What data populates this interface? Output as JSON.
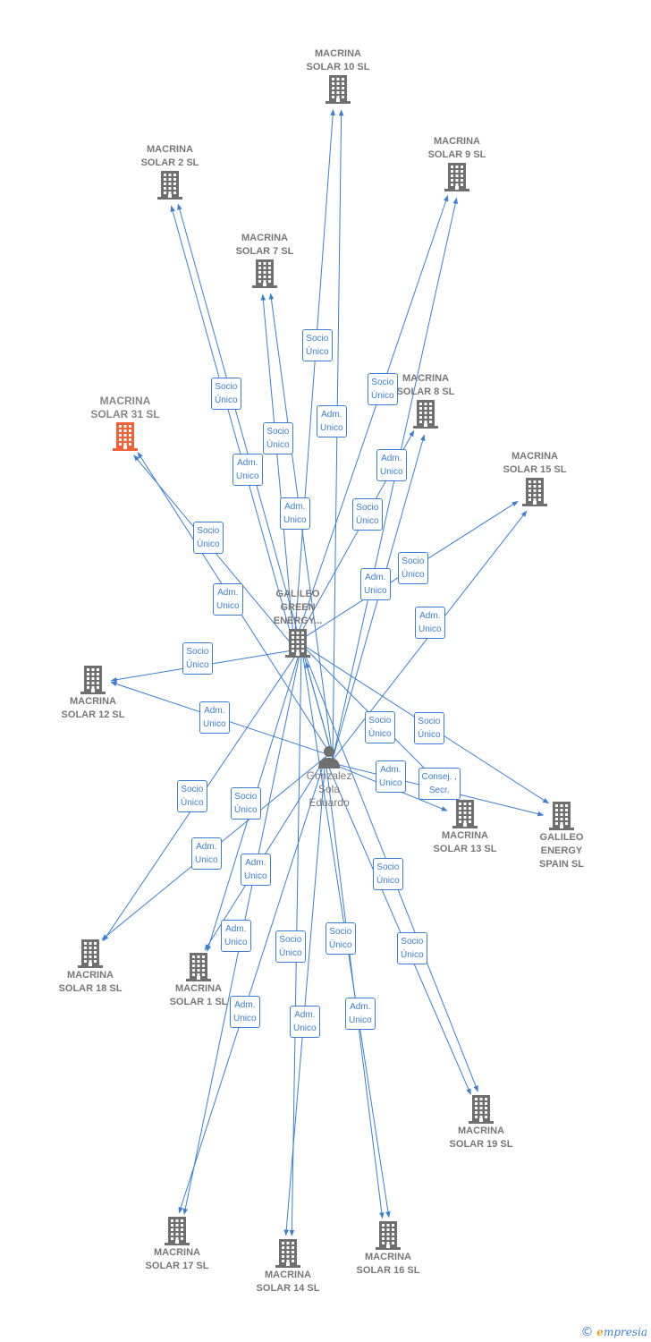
{
  "colors": {
    "edge": "#3a7fd5",
    "node": "#6f6f6f",
    "highlight": "#f0623a"
  },
  "companies": [
    {
      "id": "solar10",
      "lines": [
        "MACRINA",
        "SOLAR 10  SL"
      ],
      "label_pos": "top"
    },
    {
      "id": "solar2",
      "lines": [
        "MACRINA",
        "SOLAR 2  SL"
      ],
      "label_pos": "top"
    },
    {
      "id": "solar9",
      "lines": [
        "MACRINA",
        "SOLAR 9  SL"
      ],
      "label_pos": "top"
    },
    {
      "id": "solar7",
      "lines": [
        "MACRINA",
        "SOLAR 7  SL"
      ],
      "label_pos": "top"
    },
    {
      "id": "solar8",
      "lines": [
        "MACRINA",
        "SOLAR 8  SL"
      ],
      "label_pos": "top"
    },
    {
      "id": "solar31",
      "lines": [
        "MACRINA",
        "SOLAR 31  SL"
      ],
      "label_pos": "top",
      "highlight": true
    },
    {
      "id": "solar15",
      "lines": [
        "MACRINA",
        "SOLAR 15  SL"
      ],
      "label_pos": "top"
    },
    {
      "id": "galileo_green",
      "lines": [
        "GALILEO",
        "GREEN",
        "ENERGY..."
      ],
      "label_pos": "top"
    },
    {
      "id": "solar12",
      "lines": [
        "MACRINA",
        "SOLAR 12  SL"
      ],
      "label_pos": "bottom"
    },
    {
      "id": "solar13",
      "lines": [
        "MACRINA",
        "SOLAR 13  SL"
      ],
      "label_pos": "bottom"
    },
    {
      "id": "galileo_spain",
      "lines": [
        "GALILEO",
        "ENERGY",
        "SPAIN  SL"
      ],
      "label_pos": "bottom"
    },
    {
      "id": "solar18",
      "lines": [
        "MACRINA",
        "SOLAR 18  SL"
      ],
      "label_pos": "bottom"
    },
    {
      "id": "solar1",
      "lines": [
        "MACRINA",
        "SOLAR 1  SL"
      ],
      "label_pos": "bottom"
    },
    {
      "id": "solar19",
      "lines": [
        "MACRINA",
        "SOLAR 19  SL"
      ],
      "label_pos": "bottom"
    },
    {
      "id": "solar17",
      "lines": [
        "MACRINA",
        "SOLAR 17  SL"
      ],
      "label_pos": "bottom"
    },
    {
      "id": "solar14",
      "lines": [
        "MACRINA",
        "SOLAR 14  SL"
      ],
      "label_pos": "bottom"
    },
    {
      "id": "solar16",
      "lines": [
        "MACRINA",
        "SOLAR 16  SL"
      ],
      "label_pos": "bottom"
    }
  ],
  "person": {
    "id": "gonzalez",
    "lines": [
      "Gonzalez",
      "Sola",
      "Eduardo"
    ]
  },
  "relations": [
    {
      "id": "r1",
      "lines": [
        "Socio",
        "Único"
      ]
    },
    {
      "id": "r2",
      "lines": [
        "Socio",
        "Único"
      ]
    },
    {
      "id": "r3",
      "lines": [
        "Socio",
        "Único"
      ]
    },
    {
      "id": "r4",
      "lines": [
        "Adm.",
        "Unico"
      ]
    },
    {
      "id": "r5",
      "lines": [
        "Socio",
        "Único"
      ]
    },
    {
      "id": "r6",
      "lines": [
        "Adm.",
        "Unico"
      ]
    },
    {
      "id": "r7",
      "lines": [
        "Adm.",
        "Unico"
      ]
    },
    {
      "id": "r8",
      "lines": [
        "Adm.",
        "Unico"
      ]
    },
    {
      "id": "r9",
      "lines": [
        "Socio",
        "Único"
      ]
    },
    {
      "id": "r10",
      "lines": [
        "Socio",
        "Único"
      ]
    },
    {
      "id": "r11",
      "lines": [
        "Socio",
        "Único"
      ]
    },
    {
      "id": "r12",
      "lines": [
        "Adm.",
        "Unico"
      ]
    },
    {
      "id": "r13",
      "lines": [
        "Adm.",
        "Unico"
      ]
    },
    {
      "id": "r14",
      "lines": [
        "Adm.",
        "Unico"
      ]
    },
    {
      "id": "r15",
      "lines": [
        "Socio",
        "Único"
      ]
    },
    {
      "id": "r16",
      "lines": [
        "Adm.",
        "Unico"
      ]
    },
    {
      "id": "r17",
      "lines": [
        "Socio",
        "Único"
      ]
    },
    {
      "id": "r18",
      "lines": [
        "Socio",
        "Único"
      ]
    },
    {
      "id": "r19",
      "lines": [
        "Adm.",
        "Unico"
      ]
    },
    {
      "id": "r20",
      "lines": [
        "Consej. ,",
        "Secr."
      ]
    },
    {
      "id": "r21",
      "lines": [
        "Socio",
        "Único"
      ]
    },
    {
      "id": "r22",
      "lines": [
        "Socio",
        "Único"
      ]
    },
    {
      "id": "r23",
      "lines": [
        "Adm.",
        "Unico"
      ]
    },
    {
      "id": "r24",
      "lines": [
        "Adm.",
        "Unico"
      ]
    },
    {
      "id": "r25",
      "lines": [
        "Socio",
        "Único"
      ]
    },
    {
      "id": "r26",
      "lines": [
        "Adm.",
        "Unico"
      ]
    },
    {
      "id": "r27",
      "lines": [
        "Socio",
        "Único"
      ]
    },
    {
      "id": "r28",
      "lines": [
        "Socio",
        "Único"
      ]
    },
    {
      "id": "r29",
      "lines": [
        "Socio",
        "Único"
      ]
    },
    {
      "id": "r30",
      "lines": [
        "Adm.",
        "Unico"
      ]
    },
    {
      "id": "r31",
      "lines": [
        "Adm.",
        "Unico"
      ]
    },
    {
      "id": "r32",
      "lines": [
        "Adm.",
        "Unico"
      ]
    },
    {
      "id": "r33",
      "lines": [
        "Adm.",
        "Unico"
      ]
    }
  ],
  "brand": {
    "copyright": "©",
    "name_first": "e",
    "name_rest": "mpresia"
  }
}
